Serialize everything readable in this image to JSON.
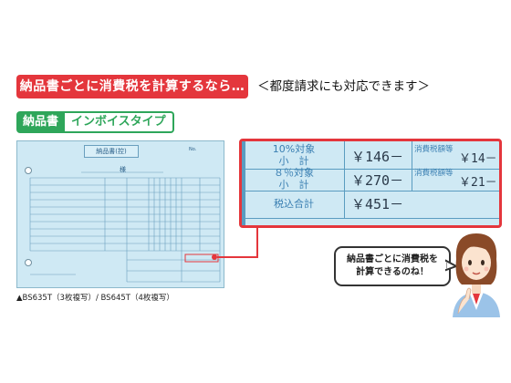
{
  "banner": {
    "headline": "納品書ごとに消費税を計算するなら…",
    "subline": "＜都度請求にも対応できます＞"
  },
  "product_tag": {
    "left": "納品書",
    "right": "インボイスタイプ"
  },
  "form": {
    "title": "納品書(控)",
    "honorific": "様",
    "number_label": "No."
  },
  "caption": "▲BS635T（3枚複写）/ BS645T（4枚複写）",
  "zoom": {
    "row1_label_line1": "10%対象",
    "row1_label_line2": "小　計",
    "row1_value": "￥146－",
    "row1_tax_label": "消費税額等",
    "row1_tax_value": "￥14－",
    "row2_label_line1": "８％対象",
    "row2_label_line2": "小　計",
    "row2_value": "￥270－",
    "row2_tax_label": "消費税額等",
    "row2_tax_value": "￥21－",
    "total_label": "税込合計",
    "total_value": "￥451－"
  },
  "speech": {
    "line1": "納品書ごとに消費税を",
    "line2": "計算できるのね！"
  },
  "colors": {
    "accent_red": "#e4363c",
    "accent_green": "#2ea65a",
    "form_blue": "#cfe9f4"
  }
}
